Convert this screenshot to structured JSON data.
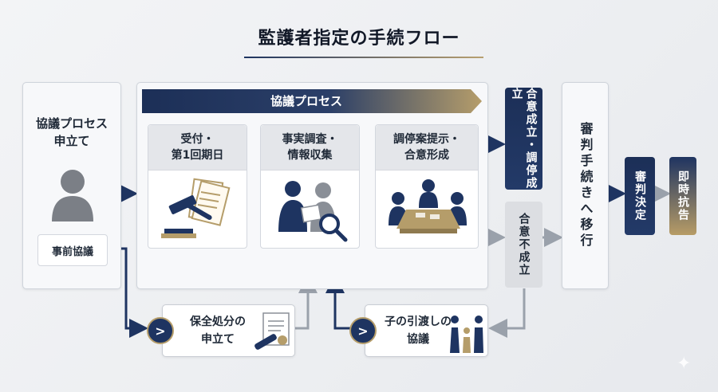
{
  "title": "監護者指定の手続フロー",
  "start": {
    "label": "協議プロセス\n申立て",
    "sub": "事前協議"
  },
  "process": {
    "banner": "協議プロセス",
    "steps": [
      "受付・\n第1回期日",
      "事実調査・\n情報収集",
      "調停案提示・\n合意形成"
    ]
  },
  "outcomes": {
    "agree": "合意成立・調停成立",
    "disagree": "合意不成立"
  },
  "transition": "審判手続きへ移行",
  "decision": "審判決定",
  "appeal": "即時抗告",
  "bottom": {
    "preservation": "保全処分の\n申立て",
    "handover": "子の引渡しの\n協議",
    "chevron": ">"
  },
  "colors": {
    "navy": "#1e3461",
    "gold": "#b59d6a",
    "arrow": "#1e3461",
    "gray_arrow": "#9aa1ab"
  }
}
